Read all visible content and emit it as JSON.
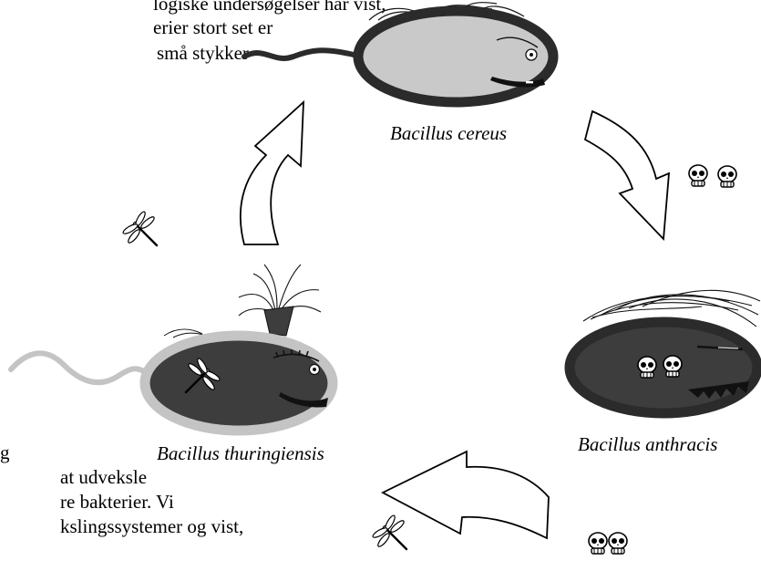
{
  "text_top": {
    "lines": [
      "logiske undersøgelser har vist,",
      "erier stort set er",
      "små stykker"
    ]
  },
  "text_bottom": {
    "lines": [
      "g",
      "at udveksle",
      "re bakterier. Vi",
      "kslingssystemer og vist,"
    ]
  },
  "captions": {
    "cereus": "Bacillus cereus",
    "anthracis": "Bacillus anthracis",
    "thuringiensis": "Bacillus thuringiensis"
  },
  "icons": {
    "toxin_marker": "skull-icon",
    "insect_marker": "dragonfly-icon",
    "cycle_arrow": "curved-arrow-icon"
  },
  "colors": {
    "cell_light": "#c9c9c9",
    "cell_dark": "#3d3d3d",
    "outline": "#2b2b2b",
    "capsule_light": "#c4c4c4"
  }
}
